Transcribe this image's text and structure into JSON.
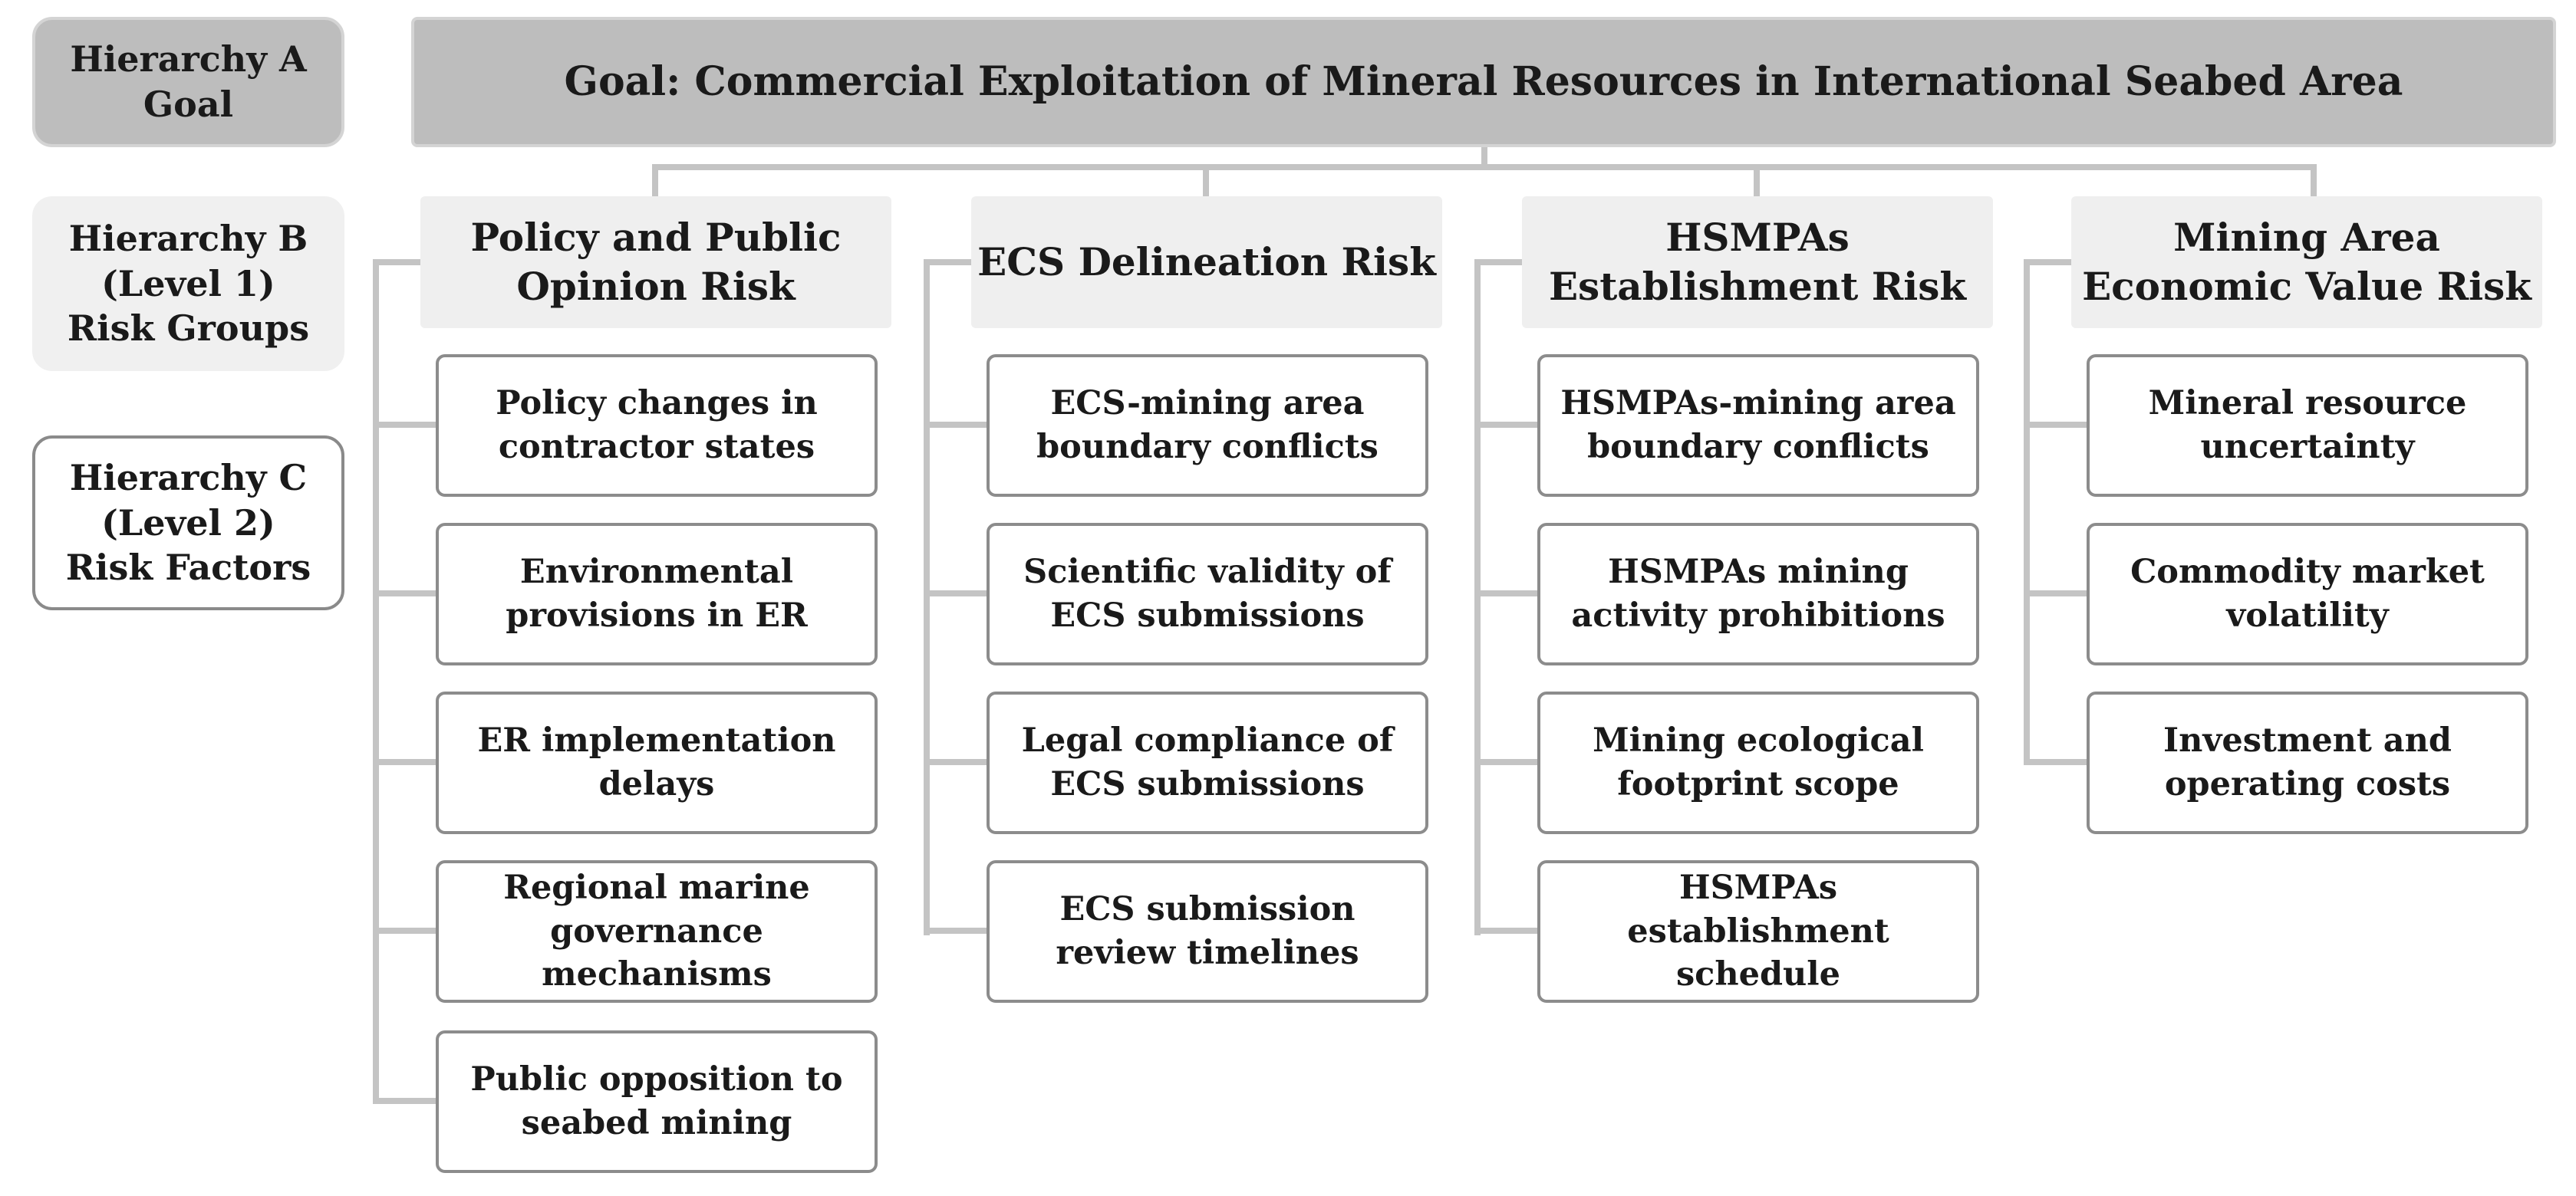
{
  "hierarchy": {
    "a": "Hierarchy A\nGoal",
    "b": "Hierarchy B\n(Level 1)\nRisk Groups",
    "c": "Hierarchy C\n(Level 2)\nRisk Factors"
  },
  "goal": "Goal: Commercial Exploitation of Mineral Resources in International Seabed Area",
  "groups": [
    {
      "title": "Policy and Public\nOpinion Risk",
      "factors": [
        "Policy changes in\ncontractor states",
        "Environmental\nprovisions in ER",
        "ER implementation\ndelays",
        "Regional marine\ngovernance\nmechanisms",
        "Public opposition to\nseabed mining"
      ]
    },
    {
      "title": "ECS Delineation Risk",
      "factors": [
        "ECS-mining area\nboundary conflicts",
        "Scientific validity of\nECS submissions",
        "Legal compliance of\nECS submissions",
        "ECS submission\nreview timelines"
      ]
    },
    {
      "title": "HSMPAs\nEstablishment Risk",
      "factors": [
        "HSMPAs-mining area\nboundary conflicts",
        "HSMPAs mining\nactivity prohibitions",
        "Mining ecological\nfootprint scope",
        "HSMPAs\nestablishment schedule"
      ]
    },
    {
      "title": "Mining Area\nEconomic Value Risk",
      "factors": [
        "Mineral resource\nuncertainty",
        "Commodity market\nvolatility",
        "Investment and\noperating costs"
      ]
    }
  ]
}
